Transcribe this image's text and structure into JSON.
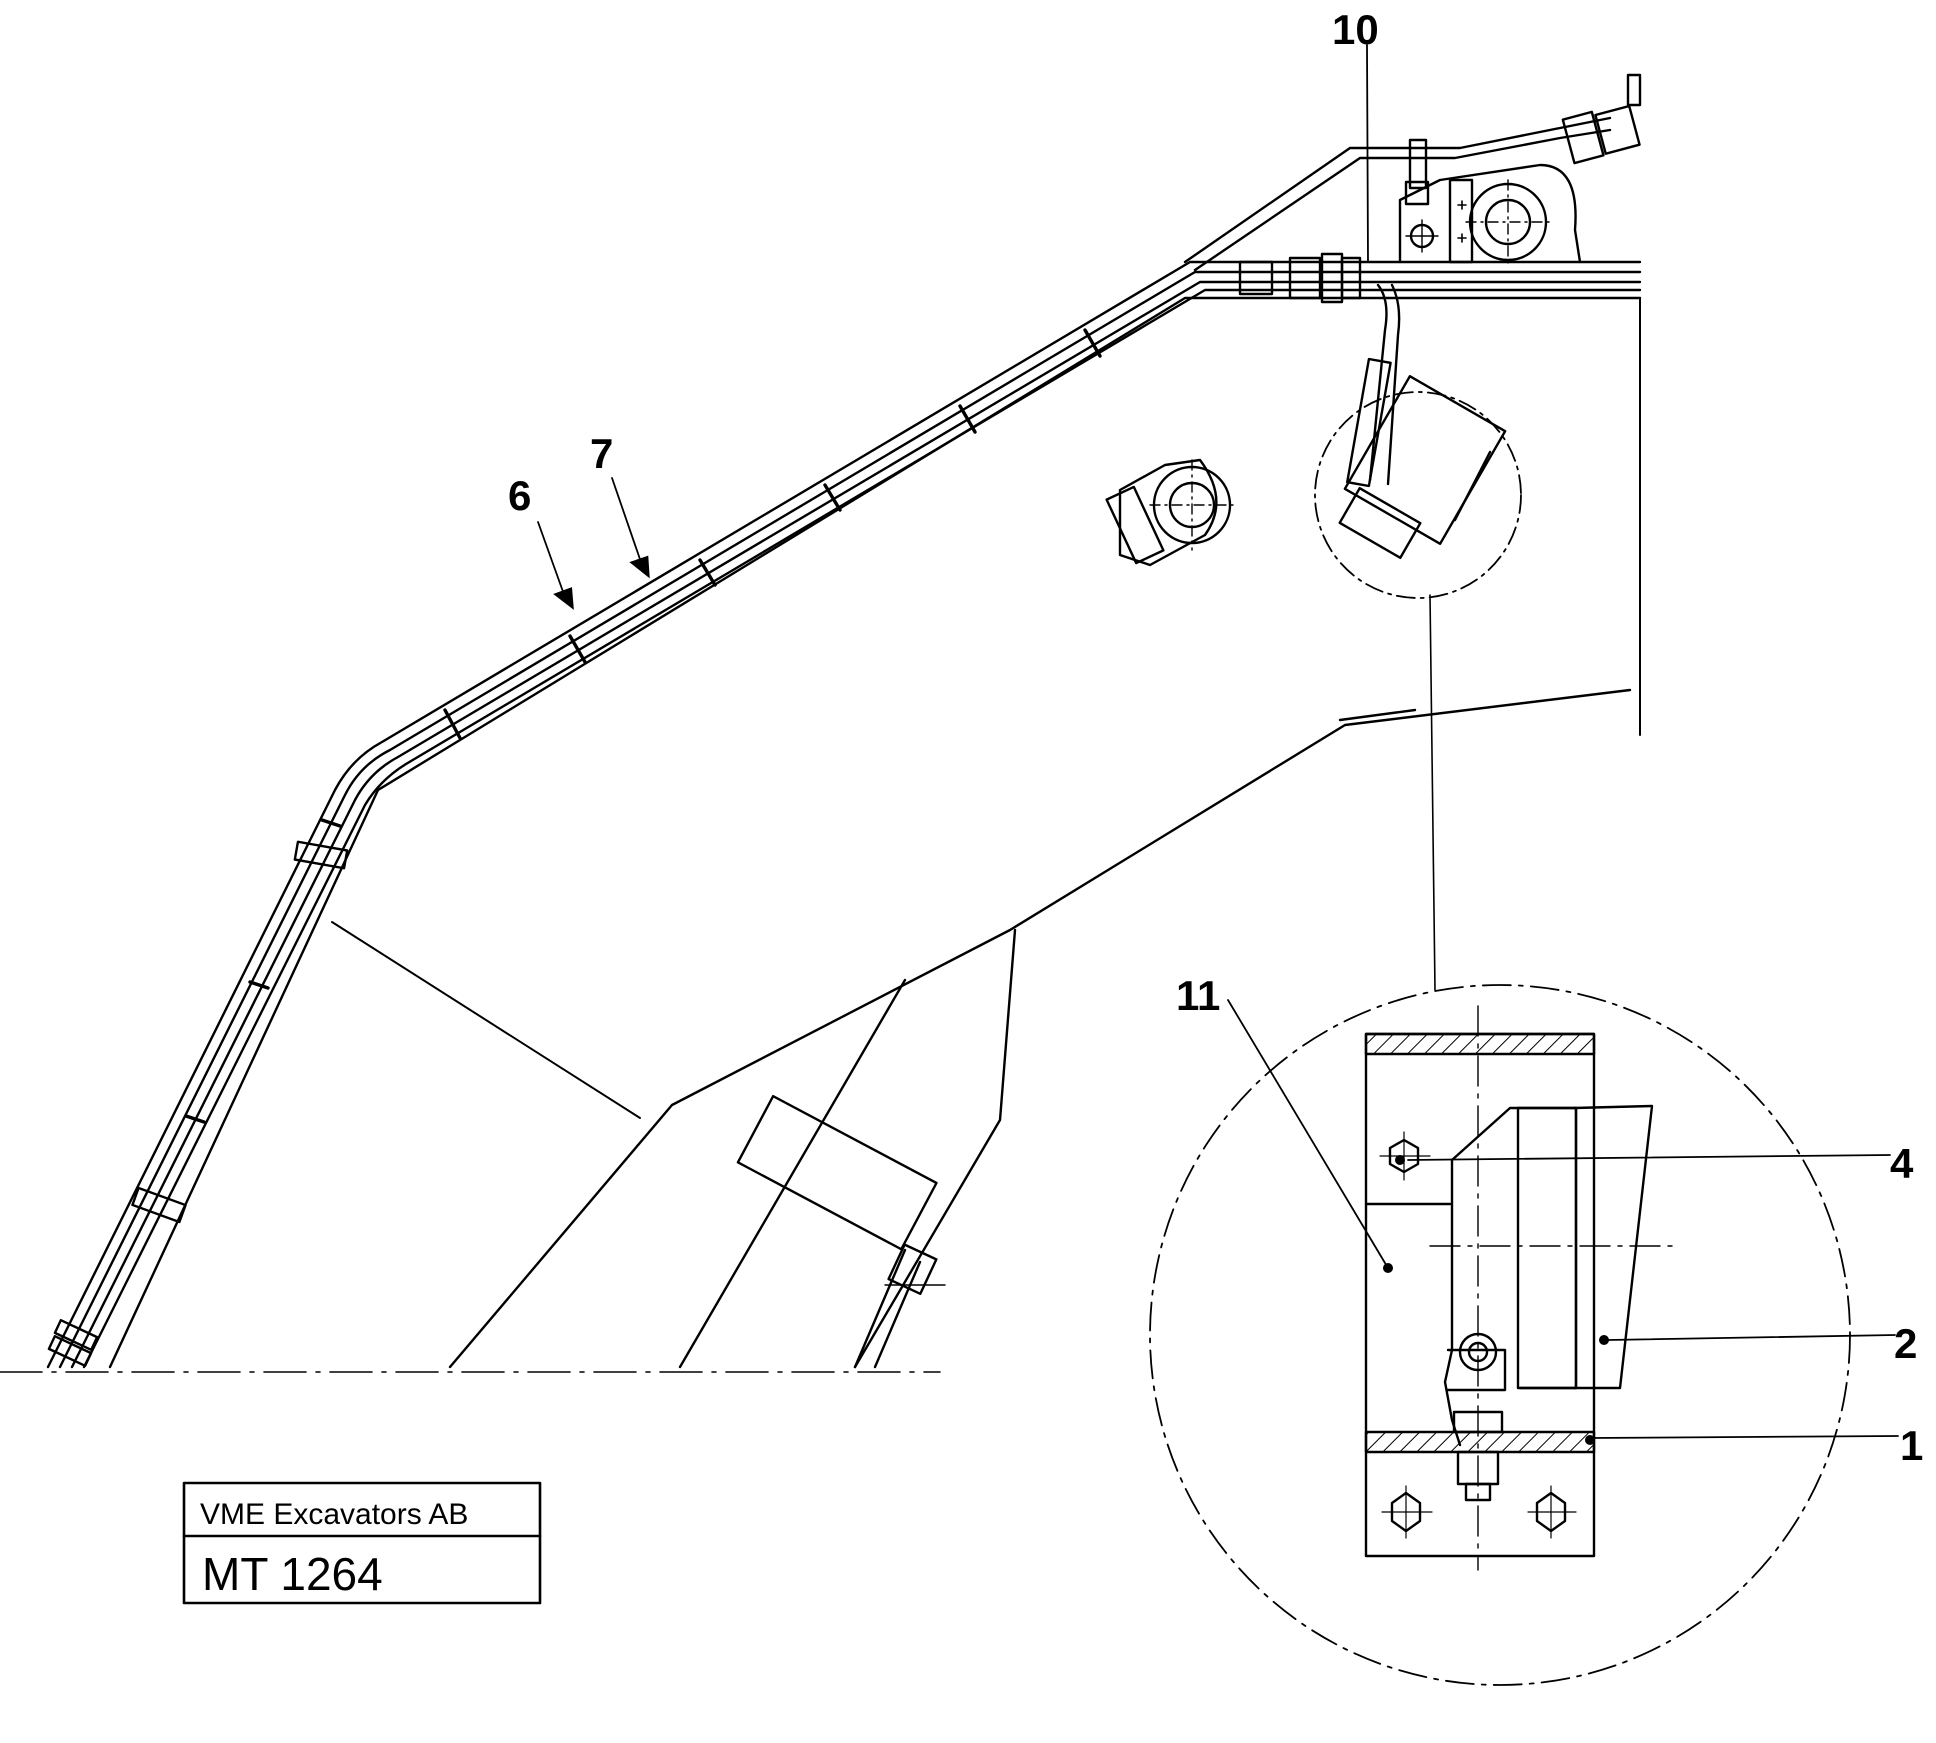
{
  "callouts": {
    "c6": "6",
    "c7": "7",
    "c10": "10",
    "c11": "11",
    "c4": "4",
    "c2": "2",
    "c1": "1"
  },
  "title_block": {
    "company": "VME Excavators AB",
    "drawing_number": "MT 1264"
  }
}
